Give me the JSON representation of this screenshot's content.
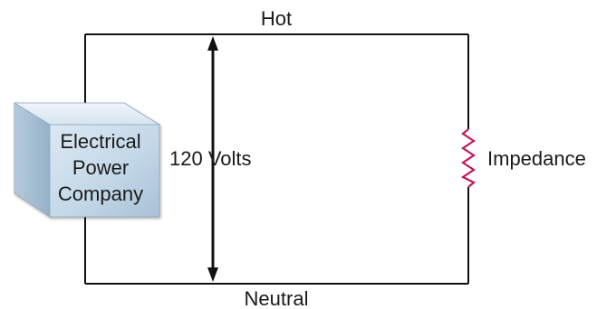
{
  "labels": {
    "hot": "Hot",
    "neutral": "Neutral",
    "voltage": "120 Volts",
    "impedance": "Impedance"
  },
  "source": {
    "line1": "Electrical",
    "line2": "Power",
    "line3": "Company"
  },
  "colors": {
    "wire": "#111111",
    "resistor": "#c0185c",
    "box_front": "#c9dcea",
    "box_top": "#e3edf5",
    "box_side": "#a9c2d6",
    "text": "#1a1a1a"
  }
}
